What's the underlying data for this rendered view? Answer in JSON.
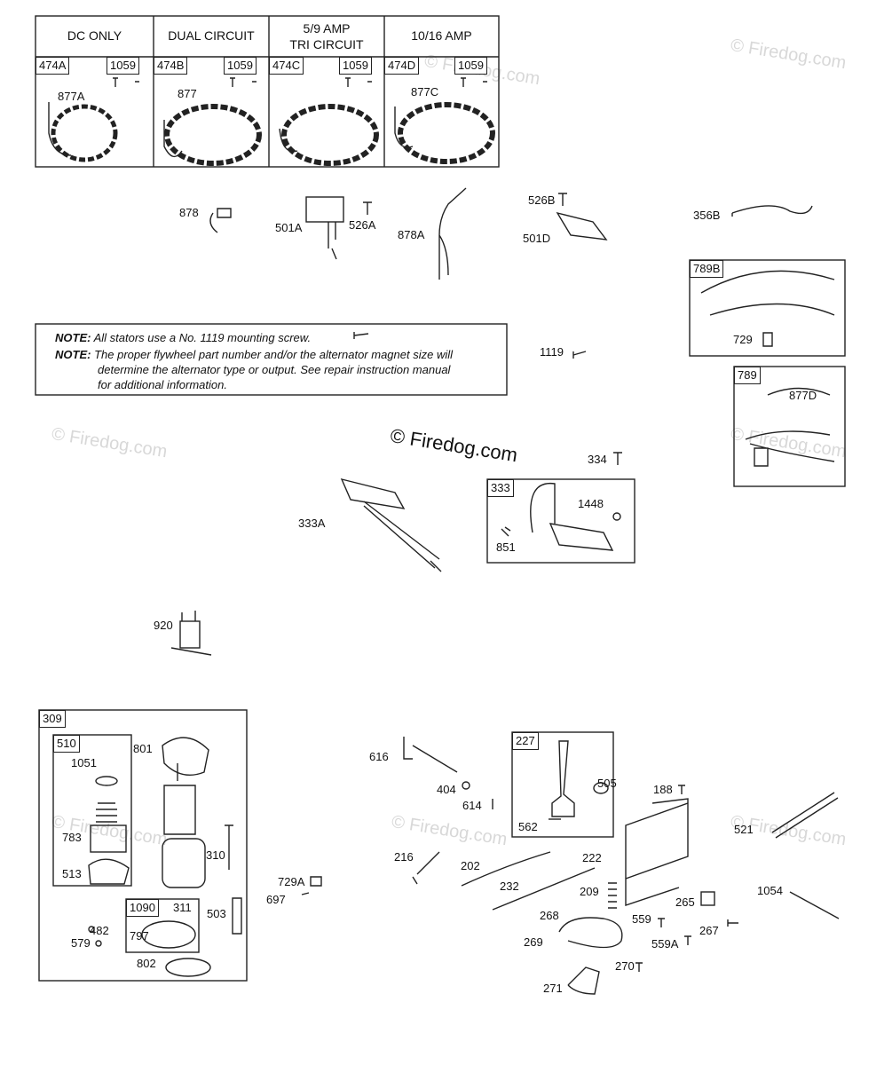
{
  "watermarks": [
    "© Firedog.com",
    "© Firedog.com",
    "© Firedog.com",
    "© Firedog.com",
    "© Firedog.com",
    "© Firedog.com"
  ],
  "copyright": "© Firedog.com",
  "stator_table": {
    "headers": [
      "DC ONLY",
      "DUAL CIRCUIT",
      "5/9 AMP",
      "TRI CIRCUIT",
      "10/16 AMP"
    ],
    "tags": [
      "474A",
      "1059",
      "474B",
      "1059",
      "474C",
      "1059",
      "474D",
      "1059"
    ],
    "labels": [
      "877A",
      "877",
      "877C"
    ]
  },
  "note": {
    "label1": "NOTE:",
    "text1": "All stators use a No. 1119 mounting screw.",
    "label2": "NOTE:",
    "text2a": "The proper flywheel part number and/or the alternator magnet size will",
    "text2b": "determine the alternator type or output. See repair instruction manual",
    "text2c": "for additional information."
  },
  "labels": {
    "p878": "878",
    "p501A": "501A",
    "p526A": "526A",
    "p878A": "878A",
    "p526B": "526B",
    "p501D": "501D",
    "p356B": "356B",
    "p1119": "1119",
    "p789B": "789B",
    "p729": "729",
    "p789": "789",
    "p877D": "877D",
    "p334": "334",
    "p333": "333",
    "p1448": "1448",
    "p851": "851",
    "p333A": "333A",
    "p920": "920",
    "p309": "309",
    "p510": "510",
    "p801": "801",
    "p1051": "1051",
    "p783": "783",
    "p513": "513",
    "p310": "310",
    "p1090": "1090",
    "p311": "311",
    "p797": "797",
    "p503": "503",
    "p482": "482",
    "p579": "579",
    "p802": "802",
    "p729A": "729A",
    "p697": "697",
    "p616": "616",
    "p404": "404",
    "p614": "614",
    "p227": "227",
    "p505": "505",
    "p562": "562",
    "p188": "188",
    "p521": "521",
    "p216": "216",
    "p202": "202",
    "p222": "222",
    "p232": "232",
    "p209": "209",
    "p265": "265",
    "p1054": "1054",
    "p268": "268",
    "p559": "559",
    "p267": "267",
    "p269": "269",
    "p559A": "559A",
    "p270": "270",
    "p271": "271"
  }
}
